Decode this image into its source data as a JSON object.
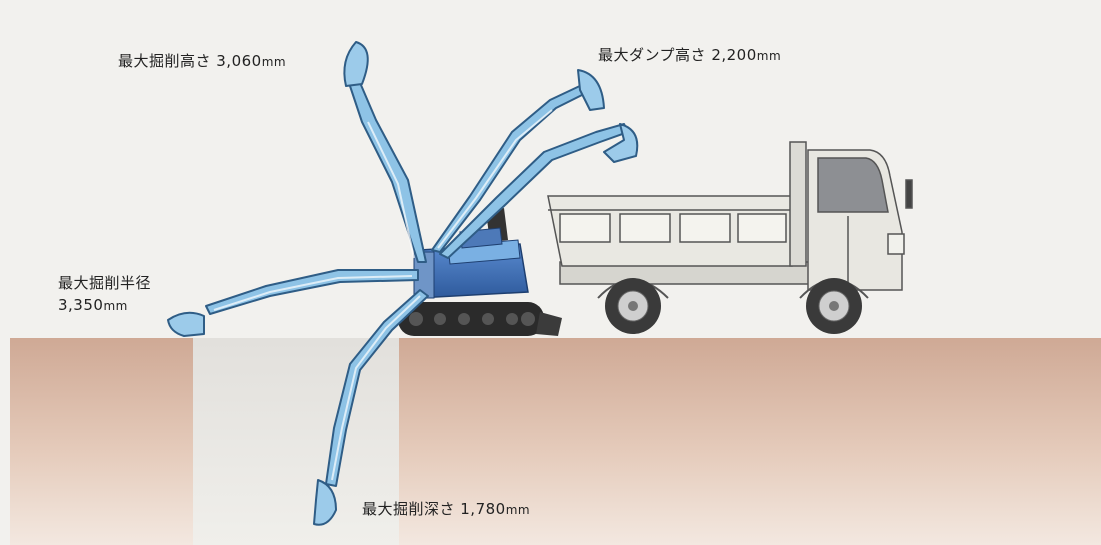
{
  "labels": {
    "max_digging_height": {
      "text": "最大掘削高さ 3,060",
      "unit": "mm"
    },
    "max_dump_height": {
      "text": "最大ダンプ高さ 2,200",
      "unit": "mm"
    },
    "max_digging_radius": {
      "line1": "最大掘削半径",
      "line2": "3,350",
      "unit": "mm"
    },
    "max_digging_depth": {
      "text": "最大掘削深さ 1,780",
      "unit": "mm"
    }
  },
  "colors": {
    "background": "#f2f1ee",
    "ground": "#d9b8a4",
    "ground_light": "#efe0d6",
    "arm": "#8ec3e6",
    "arm_outline": "#2f5d86",
    "cab": "#3d6fb5",
    "track": "#2b2b2b",
    "truck_body": "#ecebe6",
    "truck_outline": "#555555"
  }
}
